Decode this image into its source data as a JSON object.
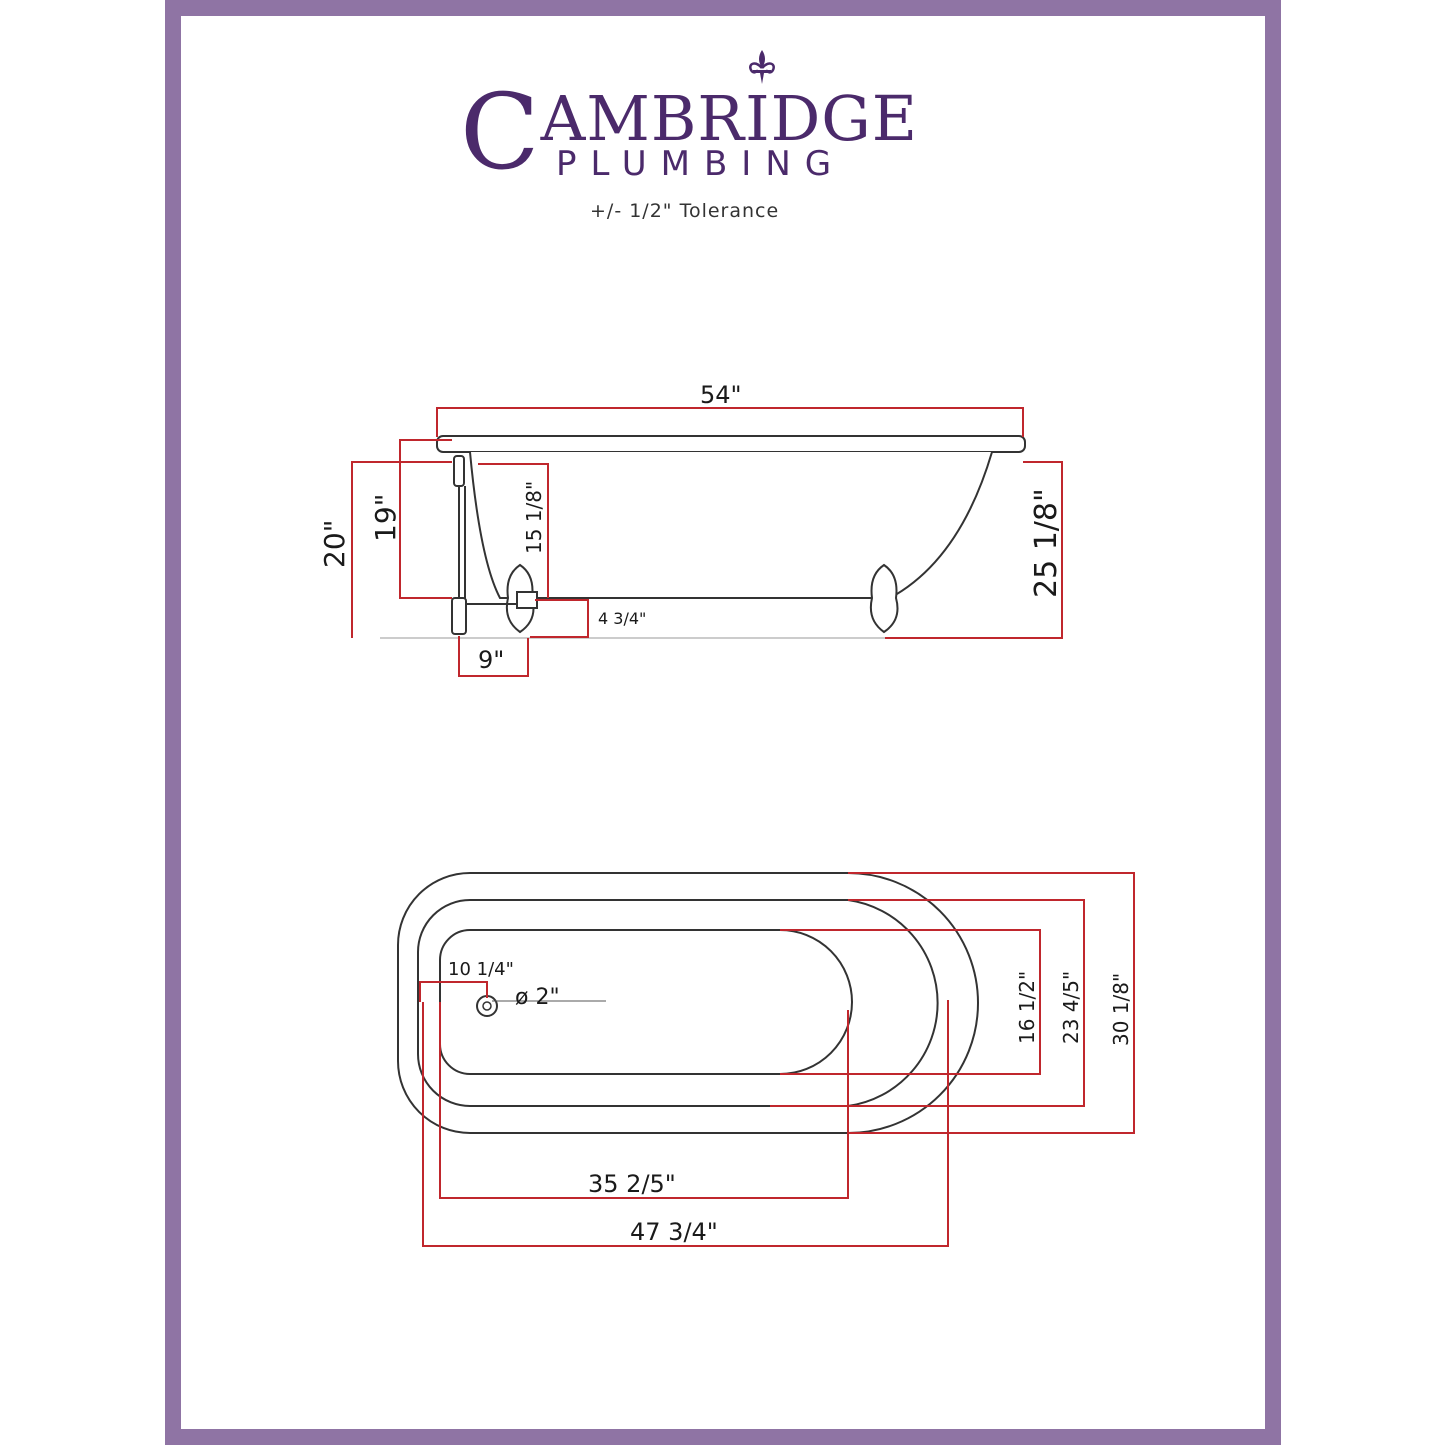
{
  "brand": {
    "name_main": "AMBRIDGE",
    "name_initial": "C",
    "name_sub": "PLUMBING",
    "color": "#4b2a6b",
    "border_color": "#8f74a4"
  },
  "tolerance": "+/- 1/2\" Tolerance",
  "side_view": {
    "length": "54\"",
    "total_height": "25 1/8\"",
    "height_a": "20\"",
    "height_b": "19\"",
    "height_c": "15 1/8\"",
    "floor_clearance": "4 3/4\"",
    "drain_offset": "9\""
  },
  "top_view": {
    "drain_distance": "10 1/4\"",
    "drain_diameter": "ø 2\"",
    "inner_width": "16 1/2\"",
    "middle_width": "23 4/5\"",
    "outer_width": "30 1/8\"",
    "inner_length": "35 2/5\"",
    "outer_length": "47 3/4\""
  },
  "colors": {
    "dimension_line": "#c0272d",
    "outline": "#333333"
  }
}
